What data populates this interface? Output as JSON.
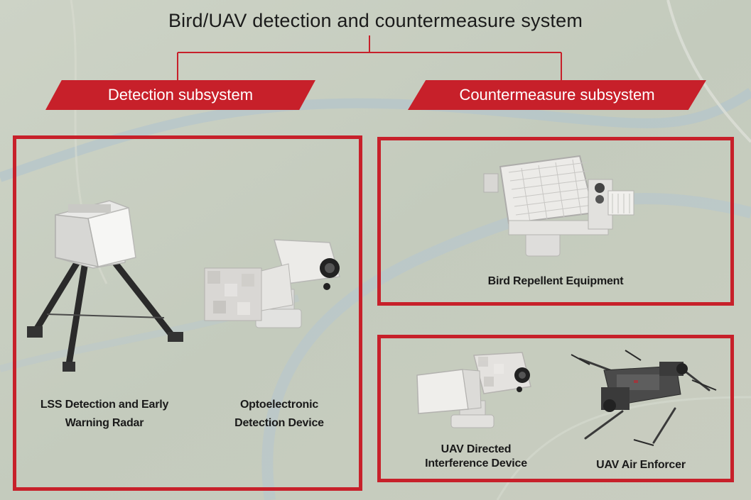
{
  "title": "Bird/UAV detection and countermeasure system",
  "colors": {
    "accent": "#c7202a",
    "text": "#1b1b1b",
    "banner_text": "#ffffff"
  },
  "subsystems": {
    "detection": {
      "label": "Detection subsystem",
      "devices": [
        {
          "line1": "LSS Detection and Early",
          "line2": "Warning Radar",
          "icon": "radar-tripod-icon"
        },
        {
          "line1": "Optoelectronic",
          "line2": "Detection Device",
          "icon": "optoelectronic-camera-icon"
        }
      ]
    },
    "countermeasure": {
      "label": "Countermeasure subsystem",
      "devices": [
        {
          "line1": "Bird Repellent Equipment",
          "icon": "bird-repellent-icon"
        },
        {
          "line1": "UAV Directed",
          "line2": "Interference Device",
          "icon": "interference-device-icon"
        },
        {
          "line1": "UAV Air Enforcer",
          "icon": "drone-icon"
        }
      ]
    }
  }
}
